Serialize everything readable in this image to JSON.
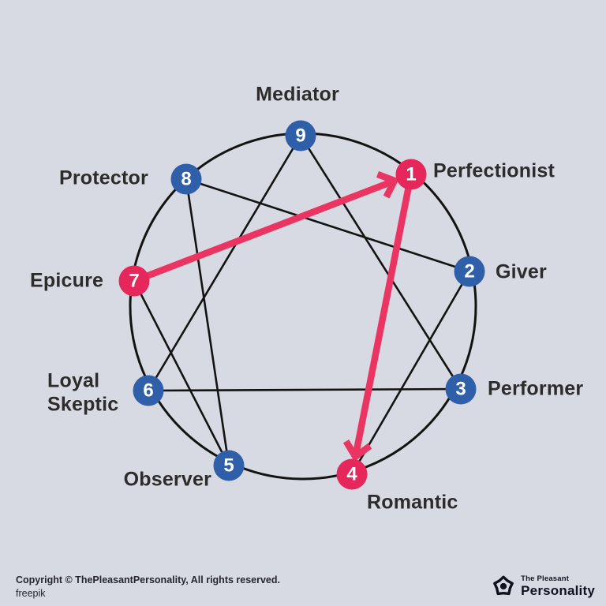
{
  "diagram": {
    "nodes": [
      {
        "num": "9",
        "label": "Mediator",
        "color": "blue"
      },
      {
        "num": "1",
        "label": "Perfectionist",
        "color": "red"
      },
      {
        "num": "2",
        "label": "Giver",
        "color": "blue"
      },
      {
        "num": "3",
        "label": "Performer",
        "color": "blue"
      },
      {
        "num": "4",
        "label": "Romantic",
        "color": "red"
      },
      {
        "num": "5",
        "label": "Observer",
        "color": "blue"
      },
      {
        "num": "6",
        "label": "Loyal\nSkeptic",
        "color": "blue"
      },
      {
        "num": "7",
        "label": "Epicure",
        "color": "red"
      },
      {
        "num": "8",
        "label": "Protector",
        "color": "blue"
      }
    ],
    "connections_black": [
      [
        "9",
        "3"
      ],
      [
        "3",
        "6"
      ],
      [
        "6",
        "9"
      ],
      [
        "8",
        "2"
      ],
      [
        "2",
        "4"
      ],
      [
        "8",
        "5"
      ],
      [
        "5",
        "7"
      ]
    ],
    "arrows_red": [
      {
        "from": "7",
        "to": "1"
      },
      {
        "from": "1",
        "to": "4"
      }
    ]
  },
  "colors": {
    "background": "#d8dae3",
    "node_blue": "#2f5fa8",
    "node_red": "#e5275b",
    "arrow_red": "#ea3563",
    "line_black": "#131313",
    "label_text": "#2d2c2c",
    "footer_text": "#26252f",
    "logo_color": "#0e1320"
  },
  "footer": {
    "copyright": "Copyright © ThePleasantPersonality, All rights reserved.",
    "credit": "freepik",
    "logo_top": "The Pleasant",
    "logo_bottom": "Personality"
  }
}
